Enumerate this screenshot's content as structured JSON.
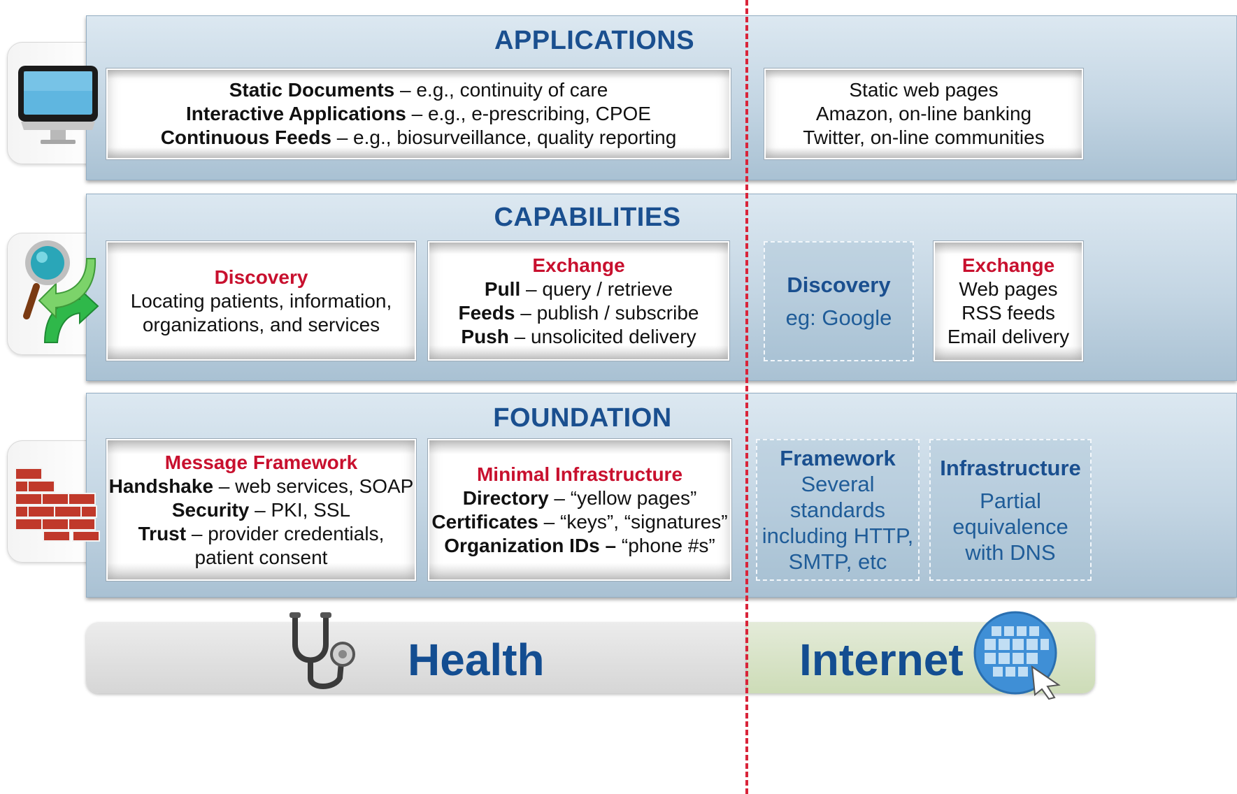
{
  "applications": {
    "title": "APPLICATIONS",
    "health": {
      "lines": [
        {
          "bold": "Static Documents",
          "rest": " – e.g., continuity of care"
        },
        {
          "bold": "Interactive Applications",
          "rest": " – e.g., e-prescribing, CPOE"
        },
        {
          "bold": "Continuous Feeds",
          "rest": " – e.g., biosurveillance, quality reporting"
        }
      ]
    },
    "internet": {
      "lines": [
        "Static web pages",
        "Amazon, on-line banking",
        "Twitter, on-line communities"
      ]
    }
  },
  "capabilities": {
    "title": "CAPABILITIES",
    "discovery": {
      "heading": "Discovery",
      "lines": [
        "Locating patients, information,",
        "organizations, and services"
      ]
    },
    "exchange": {
      "heading": "Exchange",
      "lines": [
        {
          "bold": "Pull",
          "rest": " – query / retrieve"
        },
        {
          "bold": "Feeds",
          "rest": " – publish / subscribe"
        },
        {
          "bold": "Push",
          "rest": " – unsolicited delivery"
        }
      ]
    },
    "internet_discovery": {
      "heading": "Discovery",
      "text": "eg: Google"
    },
    "internet_exchange": {
      "heading": "Exchange",
      "lines": [
        "Web pages",
        "RSS feeds",
        "Email delivery"
      ]
    }
  },
  "foundation": {
    "title": "FOUNDATION",
    "message_framework": {
      "heading": "Message Framework",
      "lines": [
        {
          "bold": "Handshake",
          "rest": " – web services, SOAP"
        },
        {
          "bold": "Security",
          "rest": " – PKI, SSL"
        },
        {
          "bold": "Trust",
          "rest": " – provider credentials,"
        },
        {
          "bold": "",
          "rest": "patient consent"
        }
      ]
    },
    "minimal_infrastructure": {
      "heading": "Minimal Infrastructure",
      "lines": [
        {
          "bold": "Directory",
          "rest": " – “yellow pages”"
        },
        {
          "bold": "Certificates",
          "rest": " – “keys”, “signatures”"
        },
        {
          "bold": "Organization IDs –",
          "rest": " “phone #s”"
        }
      ]
    },
    "internet_framework": {
      "heading": "Framework",
      "lines": [
        "Several",
        "standards",
        "including HTTP,",
        "SMTP, etc"
      ]
    },
    "internet_infrastructure": {
      "heading": "Infrastructure",
      "lines": [
        "Partial",
        "equivalence",
        "with DNS"
      ]
    }
  },
  "footer": {
    "left": "Health",
    "right": "Internet"
  },
  "icons": [
    "monitor-icon",
    "magnifier-arrows-icon",
    "brick-wall-icon",
    "stethoscope-icon",
    "globe-cursor-icon"
  ],
  "colors": {
    "title_blue": "#1a4f8f",
    "heading_red": "#c8102e",
    "divider_red": "#d9253a"
  }
}
